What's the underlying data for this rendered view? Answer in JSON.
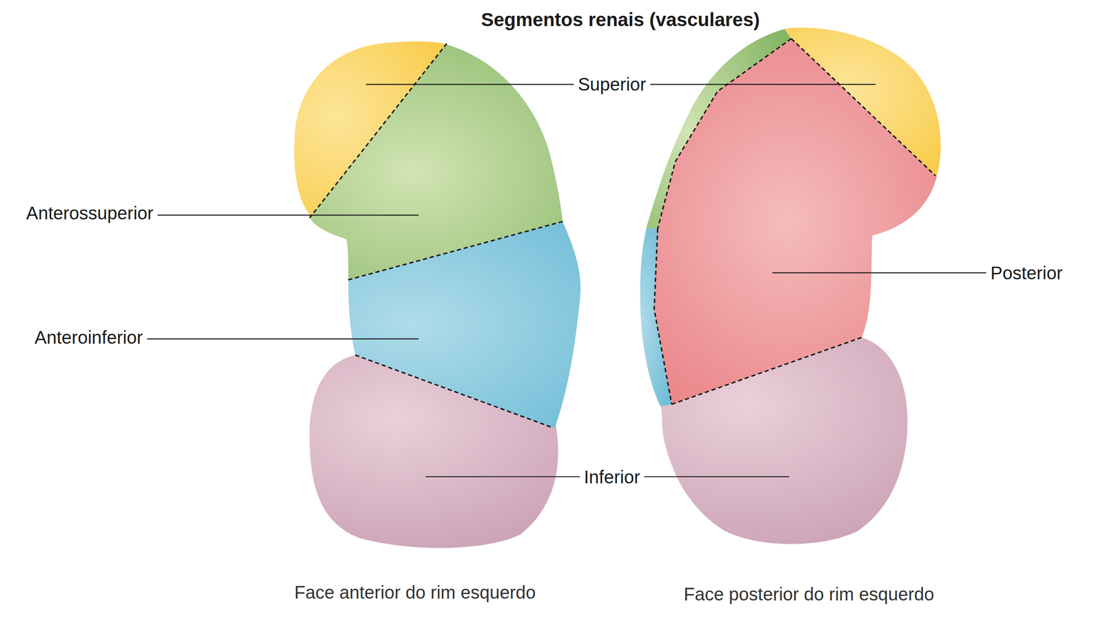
{
  "diagram": {
    "title": "Segmentos renais (vasculares)",
    "labels": [
      "Superior",
      "Anterossuperior",
      "Posterior",
      "Anteroinferior",
      "Inferior",
      "Face anterior do rim esquerdo",
      "Face posterior do rim esquerdo"
    ]
  }
}
